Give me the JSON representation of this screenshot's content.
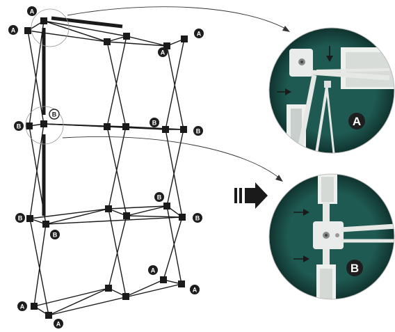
{
  "diagram": {
    "frame_letters": {
      "a": "A",
      "b": "B"
    },
    "photos": [
      {
        "id": "photo-a",
        "label": "A",
        "arrows": 2
      },
      {
        "id": "photo-b",
        "label": "B",
        "arrows": 2
      }
    ],
    "colors": {
      "ink": "#1a1a1a",
      "badge": "#1e1e1e",
      "photo_bg": "#1f5a52",
      "photo_bg_dark": "#153f3a",
      "frame_white": "#eef0ee"
    },
    "icons": [
      "big-right-arrow-icon",
      "small-arrow-icon"
    ]
  }
}
